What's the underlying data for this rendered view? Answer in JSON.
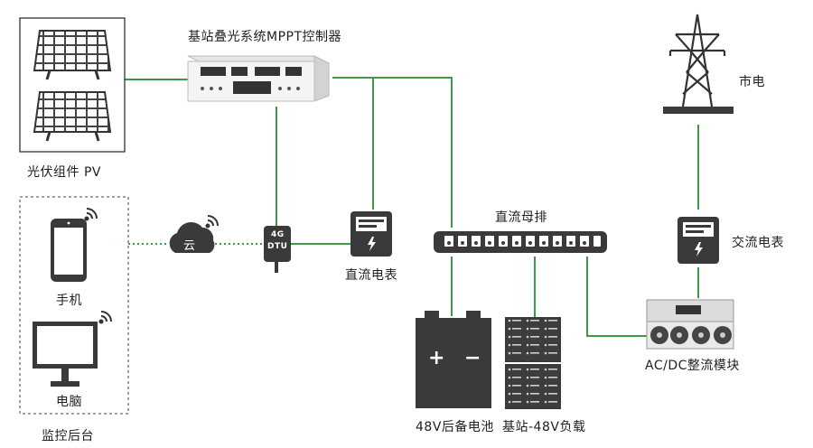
{
  "diagram": {
    "labels": {
      "controller": "基站叠光系统MPPT控制器",
      "pv": "光伏组件 PV",
      "phone": "手机",
      "computer": "电脑",
      "monitor_platform": "监控后台",
      "cloud": "云",
      "dtu_line1": "4G",
      "dtu_line2": "DTU",
      "dc_meter": "直流电表",
      "dc_busbar": "直流母排",
      "battery": "48V后备电池",
      "load": "基站-48V负载",
      "grid": "市电",
      "ac_meter": "交流电表",
      "rectifier": "AC/DC整流模块",
      "battery_plus": "+",
      "battery_minus": "−"
    },
    "colors": {
      "line": "#3a9b4a",
      "device": "#3a3a3a",
      "dotted": "#3a9b4a",
      "border": "#222222"
    }
  }
}
